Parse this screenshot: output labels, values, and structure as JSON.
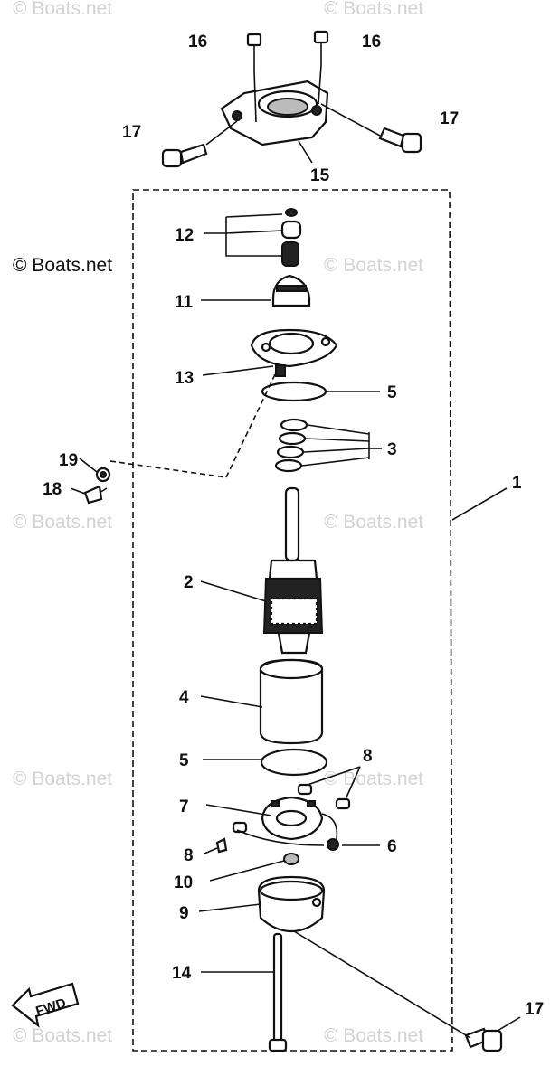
{
  "watermark": "© Boats.net",
  "labels": {
    "l1": "1",
    "l2": "2",
    "l3": "3",
    "l4": "4",
    "l5a": "5",
    "l5b": "5",
    "l6": "6",
    "l7": "7",
    "l8a": "8",
    "l8b": "8",
    "l9": "9",
    "l10": "10",
    "l11": "11",
    "l12": "12",
    "l13": "13",
    "l14": "14",
    "l15": "15",
    "l16a": "16",
    "l16b": "16",
    "l17a": "17",
    "l17b": "17",
    "l17c": "17",
    "l18": "18",
    "l19": "19"
  },
  "fwd_label": "FWD"
}
